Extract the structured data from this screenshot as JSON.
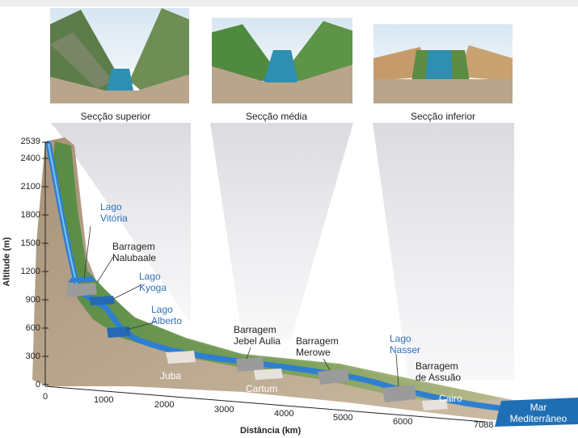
{
  "sections": [
    {
      "label": "Secção superior"
    },
    {
      "label": "Secção média"
    },
    {
      "label": "Secção inferior"
    }
  ],
  "y_axis": {
    "title": "Altitude (m)",
    "ticks": [
      "2539",
      "2400",
      "2100",
      "1800",
      "1500",
      "1200",
      "900",
      "600",
      "300",
      "0"
    ]
  },
  "x_axis": {
    "title": "Distância (km)",
    "ticks": [
      "0",
      "1000",
      "2000",
      "3000",
      "4000",
      "5000",
      "6000",
      "7088"
    ]
  },
  "features": {
    "lago_vitoria": {
      "line1": "Lago",
      "line2": "Vitória"
    },
    "barragem_nalubaale": {
      "line1": "Barragem",
      "line2": "Nalubaale"
    },
    "lago_kyoga": {
      "line1": "Lago",
      "line2": "Kyoga"
    },
    "lago_alberto": {
      "line1": "Lago",
      "line2": "Alberto"
    },
    "barragem_jebel_aulia": {
      "line1": "Barragem",
      "line2": "Jebel Aulia"
    },
    "barragem_merowe": {
      "line1": "Barragem",
      "line2": "Merowe"
    },
    "lago_nasser": {
      "line1": "Lago",
      "line2": "Nasser"
    },
    "barragem_assuao": {
      "line1": "Barragem",
      "line2": "de Assuão"
    },
    "mar": {
      "line1": "Mar",
      "line2": "Mediterrâneo"
    }
  },
  "cities": [
    "Juba",
    "Cartum",
    "Cairo"
  ],
  "colors": {
    "river": "#2f7fd0",
    "water_label": "#2e6fb8",
    "sea": "#1f6fb5",
    "terrain": "#b7a48a",
    "vegetation": "#5f8f4a"
  }
}
